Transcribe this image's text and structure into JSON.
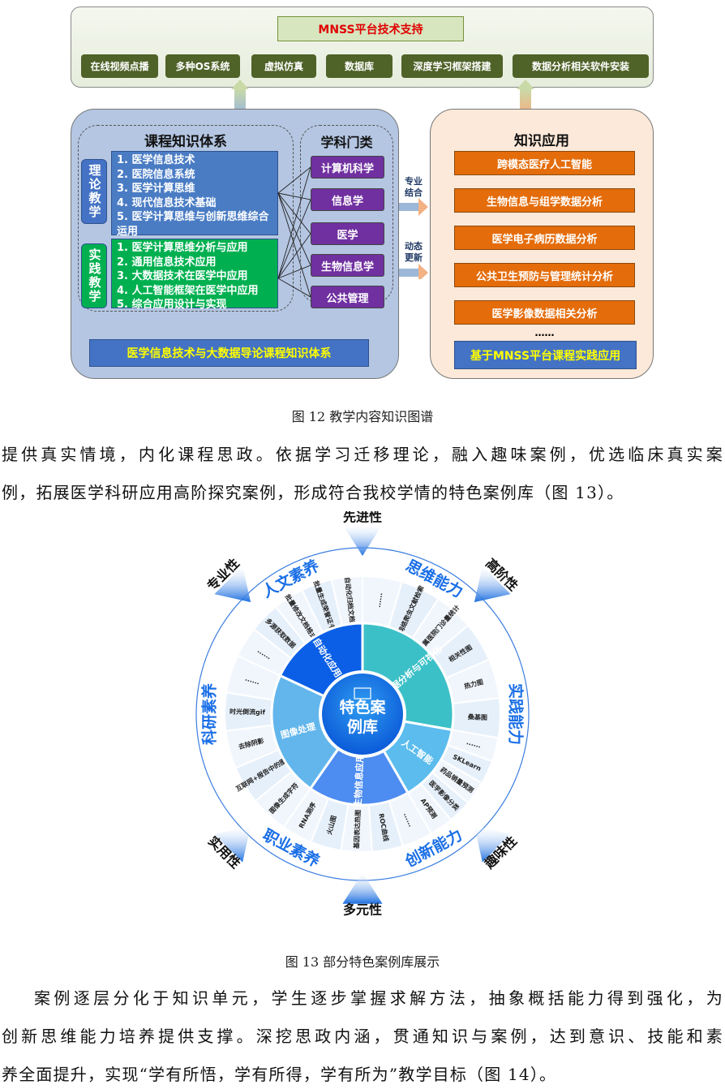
{
  "figure12": {
    "platform": {
      "title": "MNSS平台技术支持",
      "items": [
        "在线视频点播",
        "多种OS系统",
        "虚拟仿真",
        "数据库",
        "深度学习框架搭建",
        "数据分析相关软件安装"
      ]
    },
    "knowledge_system": {
      "title": "课程知识体系",
      "theory_label": "理论教学",
      "theory_items": [
        "1. 医学信息技术",
        "2. 医院信息系统",
        "3. 医学计算思维",
        "4. 现代信息技术基础",
        "5. 医学计算思维与创新思维综合运用"
      ],
      "practice_label": "实践教学",
      "practice_items": [
        "1. 医学计算思维分析与应用",
        "2. 通用信息技术应用",
        "3. 大数据技术在医学中应用",
        "4. 人工智能框架在医学中应用",
        "5. 综合应用设计与实现"
      ],
      "bottom_label": "医学信息技术与大数据导论课程知识体系"
    },
    "disciplines": {
      "title": "学科门类",
      "items": [
        "计算机科学",
        "信息学",
        "医学",
        "生物信息学",
        "公共管理"
      ]
    },
    "connectors": [
      "专业结合",
      "动态更新"
    ],
    "application": {
      "title": "知识应用",
      "items": [
        "跨模态医疗人工智能",
        "生物信息与组学数据分析",
        "医学电子病历数据分析",
        "公共卫生预防与管理统计分析",
        "医学影像数据相关分析"
      ],
      "ellipsis": "……",
      "bottom_label": "基于MNSS平台课程实践应用"
    },
    "caption": "图 12  教学内容知识图谱"
  },
  "para1": [
    "提供真实情境，内化课程思政。依据学习迁移理论，融入趣味案例，优选临床真实案",
    "例，拓展医学科研应用高阶探究案例，形成符合我校学情的特色案例库（图 13）。"
  ],
  "figure13": {
    "center": "特色案例库",
    "sectors": [
      {
        "label": "自动化应用",
        "color": "#0a5fe6",
        "from": 295,
        "to": 360,
        "items": [
          "......",
          "多源获取数据",
          "批量修改文档格式",
          "批量生成荣誉证书",
          "自动化归档文档"
        ]
      },
      {
        "label": "数据分析与可视化",
        "color": "#3cc0c8",
        "from": 0,
        "to": 100,
        "items": [
          "......",
          "网络爬虫文献检索",
          "附属医院门诊量统计",
          "相关性图",
          "热力图",
          "桑基图"
        ]
      },
      {
        "label": "人工智能",
        "color": "#5cbcee",
        "from": 100,
        "to": 150,
        "items": [
          "......",
          "SKLearn",
          "药品销量预测",
          "医学影像分类",
          "AP预测"
        ]
      },
      {
        "label": "生物信息应用",
        "color": "#4d8cf0",
        "from": 150,
        "to": 215,
        "items": [
          "......",
          "ROC曲线",
          "基因表达热图",
          "火山图",
          "RNA测序"
        ]
      },
      {
        "label": "图像处理",
        "color": "#62b6ec",
        "from": 215,
        "to": 295,
        "items": [
          "图像生成字符",
          "互联网+报告中的图像",
          "去除阴影",
          "时光倒流gif",
          "......"
        ]
      }
    ],
    "qualities": [
      {
        "label": "先进性",
        "angle": 0
      },
      {
        "label": "高阶性",
        "angle": 45
      },
      {
        "label": "趣味性",
        "angle": 135
      },
      {
        "label": "多元性",
        "angle": 180
      },
      {
        "label": "实用性",
        "angle": 225
      },
      {
        "label": "专业性",
        "angle": 315
      }
    ],
    "abilities": [
      {
        "label": "思维能力",
        "angle": 28
      },
      {
        "label": "实践能力",
        "angle": 90
      },
      {
        "label": "创新能力",
        "angle": 152
      },
      {
        "label": "职业素养",
        "angle": 208
      },
      {
        "label": "科研素养",
        "angle": 270
      },
      {
        "label": "人文素养",
        "angle": 332
      }
    ],
    "caption": "图 13  部分特色案例库展示"
  },
  "para2": [
    "案例逐层分化于知识单元，学生逐步掌握求解方法，抽象概括能力得到强化，为",
    "创新思维能力培养提供支撑。深挖思政内涵，贯通知识与案例，达到意识、技能和素",
    "养全面提升，实现“学有所悟，学有所得，学有所为”教学目标（图 14）。"
  ]
}
